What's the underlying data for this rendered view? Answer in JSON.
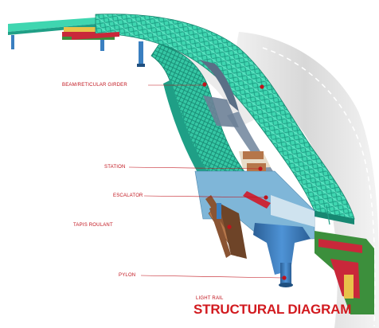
{
  "labels": {
    "beam": "BEAM/RETICULAR GIRDER",
    "station": "STATION",
    "escalator": "ESCALATOR",
    "tapis": "TAPIS ROULANT",
    "pylon": "PYLON",
    "light_rail": "LIGHT RAIL"
  },
  "title": "STRUCTURAL DIAGRAM",
  "colors": {
    "truss": "#3fd6b0",
    "truss_dark": "#1f9f86",
    "roof": "#5a6f86",
    "platform": "#7fb6d8",
    "pylon": "#3a7fc0",
    "escalator": "#b5764a",
    "rail_red": "#c9283a",
    "rail_green": "#3c8f3c",
    "callout": "#c0121b",
    "road": "#dcdcdc"
  }
}
